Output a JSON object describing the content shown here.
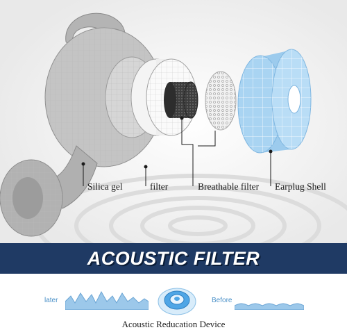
{
  "labels": {
    "silica_gel": "Silica gel",
    "filter": "filter",
    "breathable_filter": "Breathable filter",
    "earplug_shell": "Earplug Shell"
  },
  "banner": {
    "title": "ACOUSTIC FILTER"
  },
  "comparison": {
    "later": "later",
    "before": "Before"
  },
  "caption": "Acoustic Reducation Device",
  "colors": {
    "banner_bg": "#1f3a64",
    "shell_blue": "#a9d4f2",
    "wave_blue": "#7fb6e0",
    "accent_text": "#4a90c8"
  }
}
